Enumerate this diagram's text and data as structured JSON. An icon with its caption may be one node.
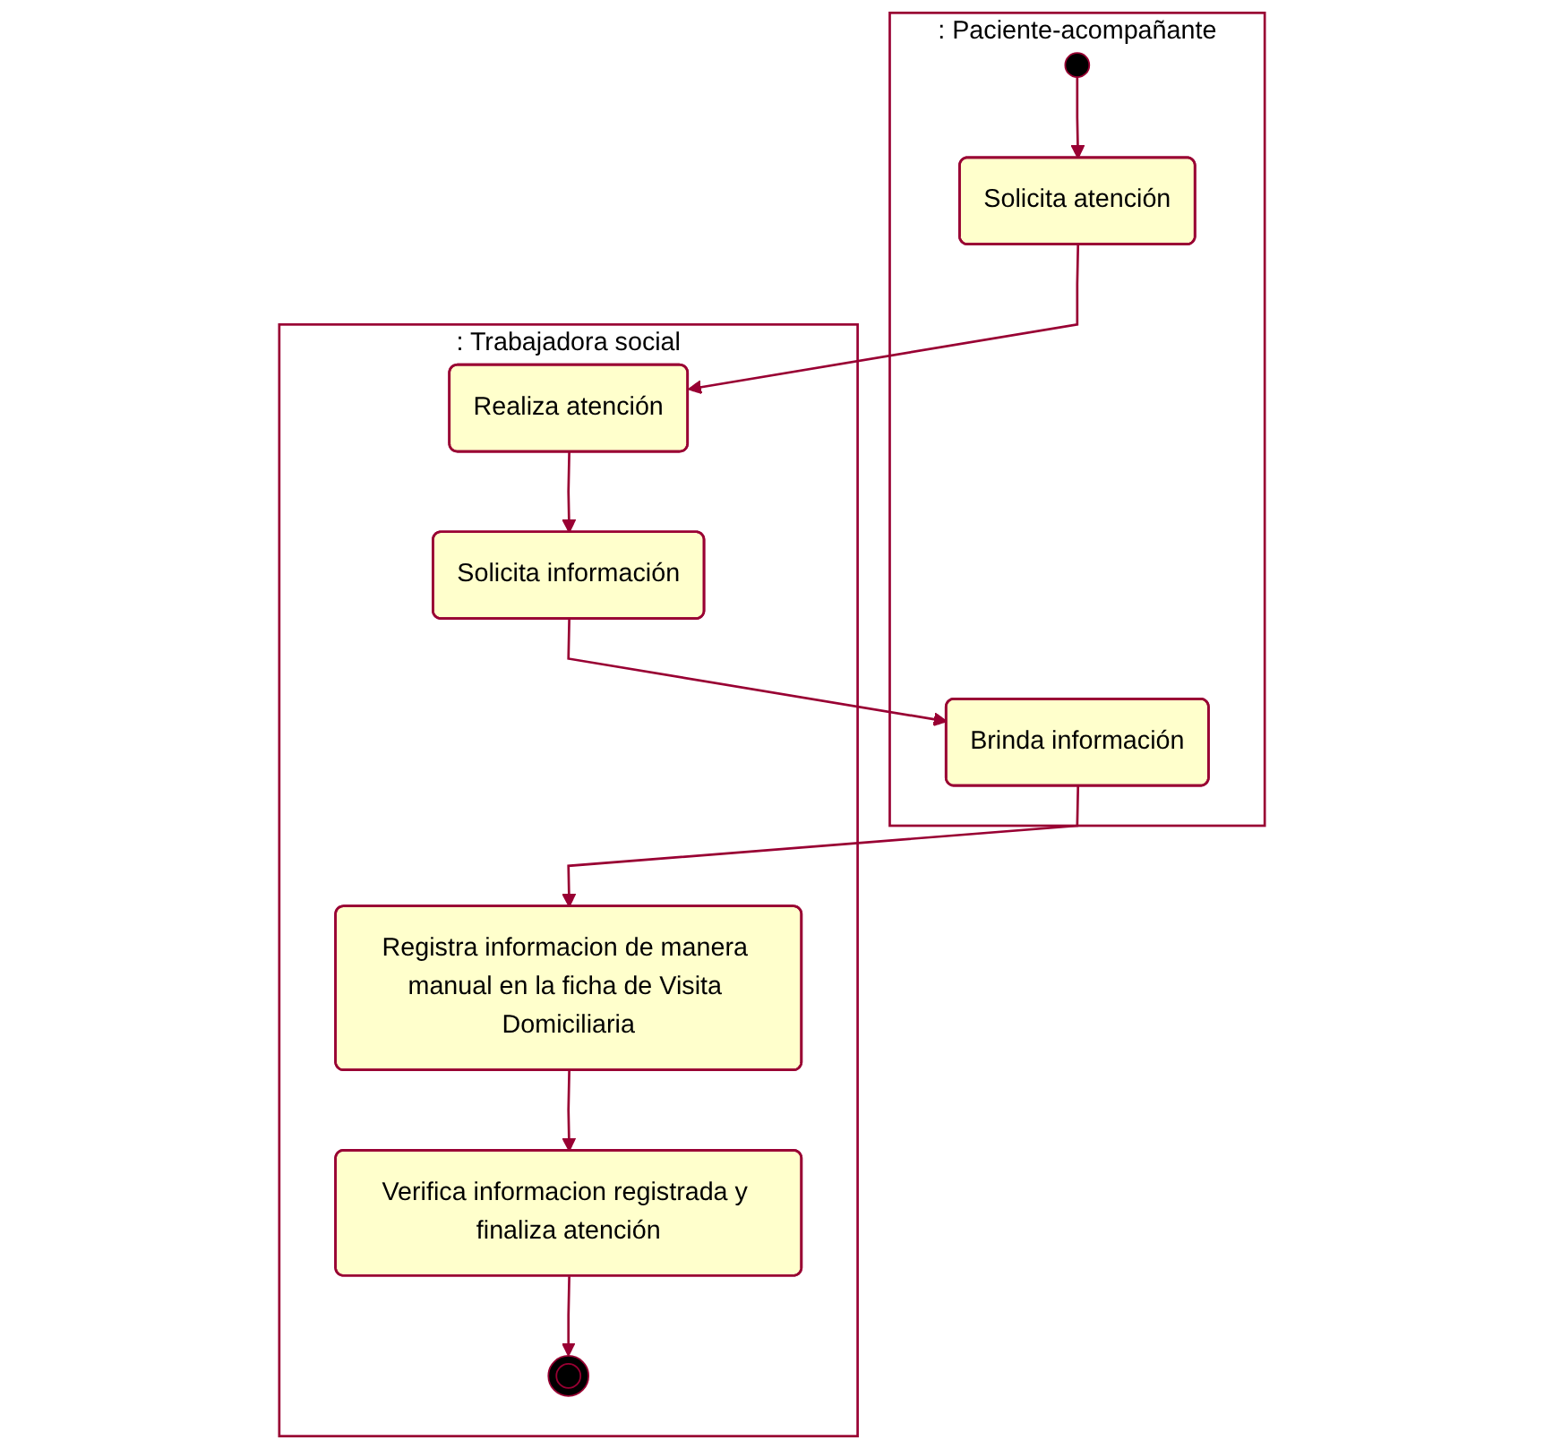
{
  "diagram": {
    "nodes": [
      {
        "text": [
          ": Paciente-acompañante"
        ]
      },
      {
        "text": [
          ": Trabajadora social"
        ]
      },
      {
        "text": [],
        "shape": "circle",
        "in": 0
      },
      {
        "text": [
          "Solicita atención"
        ],
        "in": 0
      },
      {
        "text": [
          "Realiza atención"
        ],
        "in": 1
      },
      {
        "text": [
          "Solicita información"
        ],
        "in": 1
      },
      {
        "text": [
          "Brinda información"
        ],
        "in": 0
      },
      {
        "text": [
          "Registra informacion de manera manual en la ficha de Visita Domiciliaria"
        ],
        "in": 1
      },
      {
        "text": [
          "Verifica informacion registrada y finaliza atención"
        ],
        "in": 1
      },
      {
        "text": [],
        "shape": "bullseye",
        "in": 1
      }
    ],
    "edges": [
      {
        "from": 2,
        "to": 3,
        "arrow": "to"
      },
      {
        "from": 3,
        "to": 4,
        "arrow": "to"
      },
      {
        "from": 4,
        "to": 5,
        "arrow": "to"
      },
      {
        "from": 5,
        "to": 6,
        "arrow": "to"
      },
      {
        "from": 6,
        "to": 7,
        "arrow": "to"
      },
      {
        "from": 7,
        "to": 8,
        "arrow": "to"
      },
      {
        "from": 8,
        "to": 9,
        "arrow": "to"
      }
    ]
  }
}
